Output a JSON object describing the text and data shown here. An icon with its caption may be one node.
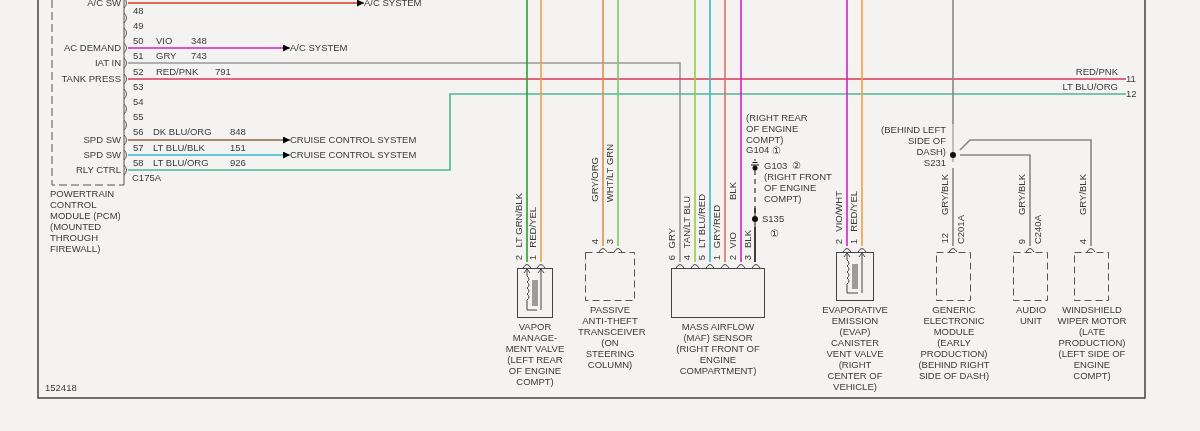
{
  "diagram": {
    "nodes": [
      {
        "text": [
          "POWERTRAIN CONTROL MODULE (PCM) (MOUNTED THROUGH FIREWALL)"
        ],
        "beside": [
          "C175A"
        ]
      },
      {
        "text": [
          "A/C SYSTEM"
        ]
      },
      {
        "text": [
          "A/C SYSTEM"
        ]
      },
      {
        "text": [
          "CRUISE CONTROL SYSTEM"
        ]
      },
      {
        "text": [
          "CRUISE CONTROL SYSTEM"
        ]
      },
      {
        "text": [
          "11"
        ]
      },
      {
        "text": [
          "12"
        ]
      },
      {
        "text": [
          "G103",
          "②",
          "(RIGHT FRONT OF ENGINE COMPT)"
        ]
      },
      {
        "text": [
          "S135"
        ],
        "beside": [
          "①"
        ]
      },
      {
        "text": [
          "(BEHIND LEFT SIDE OF DASH)",
          "S231"
        ]
      },
      {
        "text": [
          "VAPOR MANAGE- MENT VALVE",
          "(LEFT REAR OF ENGINE COMPT)"
        ]
      },
      {
        "text": [
          "PASSIVE ANTI-THEFT TRANSCEIVER",
          "(ON STEERING COLUMN)"
        ]
      },
      {
        "text": [
          "MASS AIRFLOW (MAF) SENSOR",
          "(RIGHT FRONT OF ENGINE COMPARTMENT)"
        ]
      },
      {
        "text": [
          "EVAPORATIVE EMISSION (EVAP) CANISTER VENT VALVE",
          "(RIGHT CENTER OF VEHICLE)"
        ]
      },
      {
        "text": [
          "GENERIC ELECTRONIC MODULE",
          "(EARLY PRODUCTION)",
          "(BEHIND RIGHT SIDE OF DASH)"
        ]
      },
      {
        "text": [
          "AUDIO UNIT"
        ]
      },
      {
        "text": [
          "WINDSHIELD WIPER MOTOR",
          "(LATE PRODUCTION)",
          "(LEFT SIDE OF ENGINE COMPT)"
        ]
      }
    ],
    "edges": [
      {
        "from": 0,
        "to": 1,
        "arrow": "to",
        "color": "#d43a2a"
      },
      {
        "from": 0,
        "to": 2,
        "arrow": "to",
        "color": "#cc22cc"
      },
      {
        "from": 0,
        "to": 12,
        "arrow": "none",
        "color": "#999999"
      },
      {
        "from": 0,
        "to": 5,
        "arrow": "none",
        "color": "#d43a5a"
      },
      {
        "from": 0,
        "to": 6,
        "arrow": "none",
        "color": "#4fb59a"
      },
      {
        "from": 0,
        "to": 3,
        "arrow": "to",
        "color": "#8a6a4a"
      },
      {
        "from": 0,
        "to": 4,
        "arrow": "to",
        "color": "#33bbcc"
      },
      {
        "from": null,
        "to": 10,
        "arrow": "none",
        "color": "#2f9e2f"
      },
      {
        "from": null,
        "to": 10,
        "arrow": "none",
        "color": "#f0a040"
      },
      {
        "from": null,
        "to": 11,
        "arrow": "none",
        "color": "#e09040"
      },
      {
        "from": null,
        "to": 11,
        "arrow": "none",
        "color": "#77cc55"
      },
      {
        "from": null,
        "to": 12,
        "arrow": "none",
        "color": "#99cc44"
      },
      {
        "from": null,
        "to": 12,
        "arrow": "none",
        "color": "#33bbcc"
      },
      {
        "from": null,
        "to": 12,
        "arrow": "none",
        "color": "#e07060"
      },
      {
        "from": null,
        "to": 12,
        "arrow": "none",
        "color": "#cc22cc"
      },
      {
        "from": 7,
        "to": 8,
        "arrow": "none",
        "style": "dashed",
        "color": "#111111"
      },
      {
        "from": 8,
        "to": 12,
        "arrow": "none",
        "color": "#111111"
      },
      {
        "from": null,
        "to": 13,
        "arrow": "none",
        "color": "#cc22cc"
      },
      {
        "from": null,
        "to": 13,
        "arrow": "none",
        "color": "#f0a040"
      },
      {
        "from": null,
        "to": 9,
        "arrow": "none",
        "color": "#888888"
      },
      {
        "from": 9,
        "to": 14,
        "arrow": "none",
        "color": "#888888"
      },
      {
        "from": 9,
        "to": 15,
        "arrow": "none",
        "color": "#888888"
      },
      {
        "from": 9,
        "to": 16,
        "arrow": "none",
        "color": "#888888"
      }
    ],
    "labels": [
      "A/C SW",
      "48",
      "49",
      "50",
      "VIO",
      "348",
      "AC DEMAND",
      "51",
      "GRY",
      "743",
      "IAT IN",
      "52",
      "RED/PNK",
      "791",
      "TANK PRESS",
      "53",
      "54",
      "55",
      "56",
      "DK BLU/ORG",
      "848",
      "SPD SW",
      "57",
      "LT BLU/BLK",
      "151",
      "SPD SW",
      "58",
      "LT BLU/ORG",
      "926",
      "RLY CTRL",
      "RED/PNK",
      "LT BLU/ORG",
      "(RIGHT REAR OF ENGINE COMPT)",
      "G104",
      "①",
      "BLK",
      "LT GRN/BLK",
      "2",
      "RED/YEL",
      "1",
      "GRY/ORG",
      "4",
      "WHT/LT GRN",
      "3",
      "GRY",
      "6",
      "TAN/LT BLU",
      "4",
      "LT BLU/RED",
      "5",
      "GRY/RED",
      "1",
      "VIO",
      "2",
      "BLK",
      "3",
      "VIO/WHT",
      "2",
      "RED/YEL",
      "1",
      "GRY/BLK",
      "12",
      "C201A",
      "GRY/BLK",
      "9",
      "C240A",
      "GRY/BLK",
      "4",
      "152418"
    ]
  }
}
